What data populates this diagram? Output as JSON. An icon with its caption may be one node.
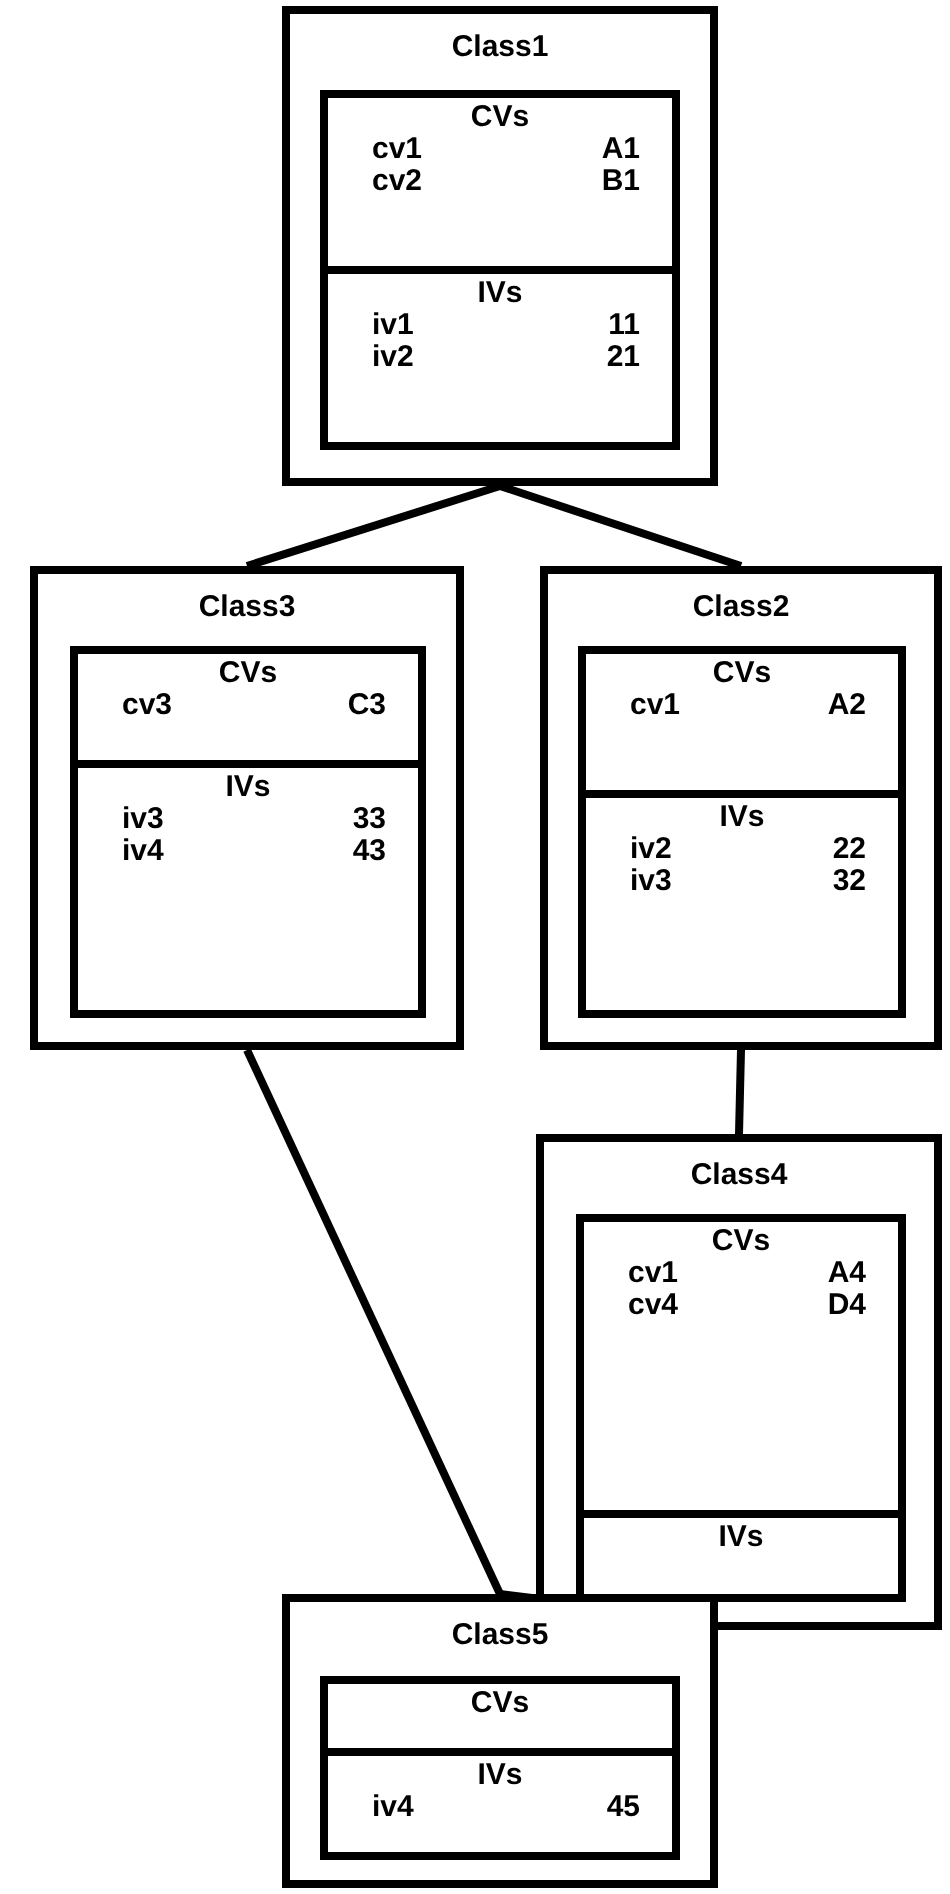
{
  "diagram": {
    "nodes": [
      {
        "text": [
          "Class1"
        ]
      },
      {
        "text": [
          "CVs",
          "cv1",
          "A1",
          "cv2",
          "B1"
        ],
        "in": 0
      },
      {
        "text": [
          "IVs",
          "iv1",
          "11",
          "iv2",
          "21"
        ],
        "in": 0
      },
      {
        "text": [
          "Class3"
        ]
      },
      {
        "text": [
          "CVs",
          "cv3",
          "C3"
        ],
        "in": 3
      },
      {
        "text": [
          "IVs",
          "iv3",
          "33",
          "iv4",
          "43"
        ],
        "in": 3
      },
      {
        "text": [
          "Class2"
        ]
      },
      {
        "text": [
          "CVs",
          "cv1",
          "A2"
        ],
        "in": 6
      },
      {
        "text": [
          "IVs",
          "iv2",
          "22",
          "iv3",
          "32"
        ],
        "in": 6
      },
      {
        "text": [
          "Class4"
        ]
      },
      {
        "text": [
          "CVs",
          "cv1",
          "A4",
          "cv4",
          "D4"
        ],
        "in": 9
      },
      {
        "text": [
          "IVs"
        ],
        "in": 9
      },
      {
        "text": [
          "Class5"
        ]
      },
      {
        "text": [
          "CVs"
        ],
        "in": 12
      },
      {
        "text": [
          "IVs",
          "iv4",
          "45"
        ],
        "in": 12
      }
    ],
    "edges": [
      {
        "from": 0,
        "to": 3,
        "arrow": "none"
      },
      {
        "from": 0,
        "to": 6,
        "arrow": "none"
      },
      {
        "from": 6,
        "to": 9,
        "arrow": "none"
      },
      {
        "from": 3,
        "to": 12,
        "arrow": "none"
      },
      {
        "from": 9,
        "to": 12,
        "arrow": "none"
      }
    ]
  }
}
